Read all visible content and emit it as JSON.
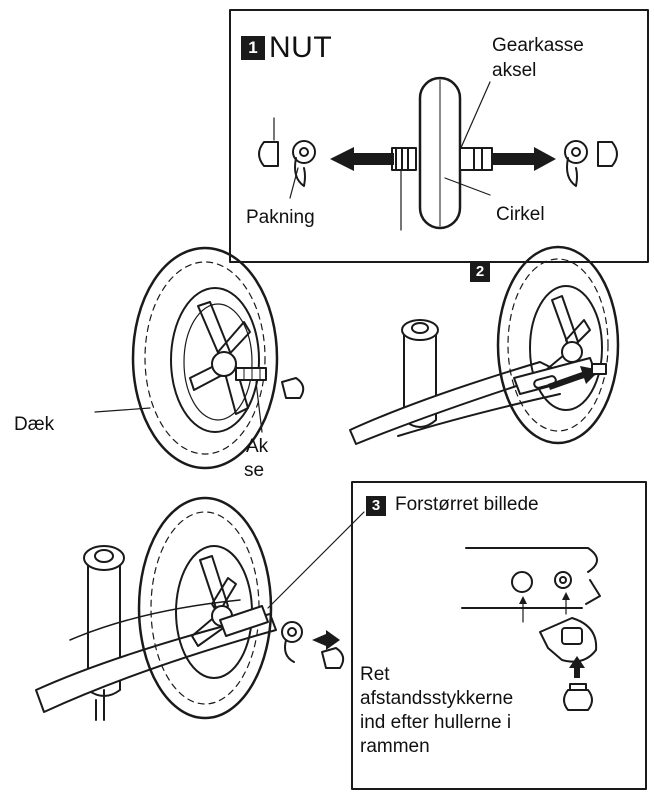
{
  "step1": {
    "badge": "1",
    "title": "NUT",
    "label_gearbox_line1": "Gearkasse",
    "label_gearbox_line2": "aksel",
    "label_washer": "Pakning",
    "label_rim": "Cirkel"
  },
  "step2": {
    "badge": "2",
    "label_tire": "Dæk",
    "label_axle_line1": "Ak",
    "label_axle_line2": "se"
  },
  "step3": {
    "badge": "3",
    "title": "Forstørret billede",
    "instruction_line1": "Ret",
    "instruction_line2": "afstandsstykkerne",
    "instruction_line3": "ind efter hullerne i",
    "instruction_line4": "rammen"
  },
  "colors": {
    "ink": "#1a1a1a",
    "paper": "#ffffff"
  }
}
